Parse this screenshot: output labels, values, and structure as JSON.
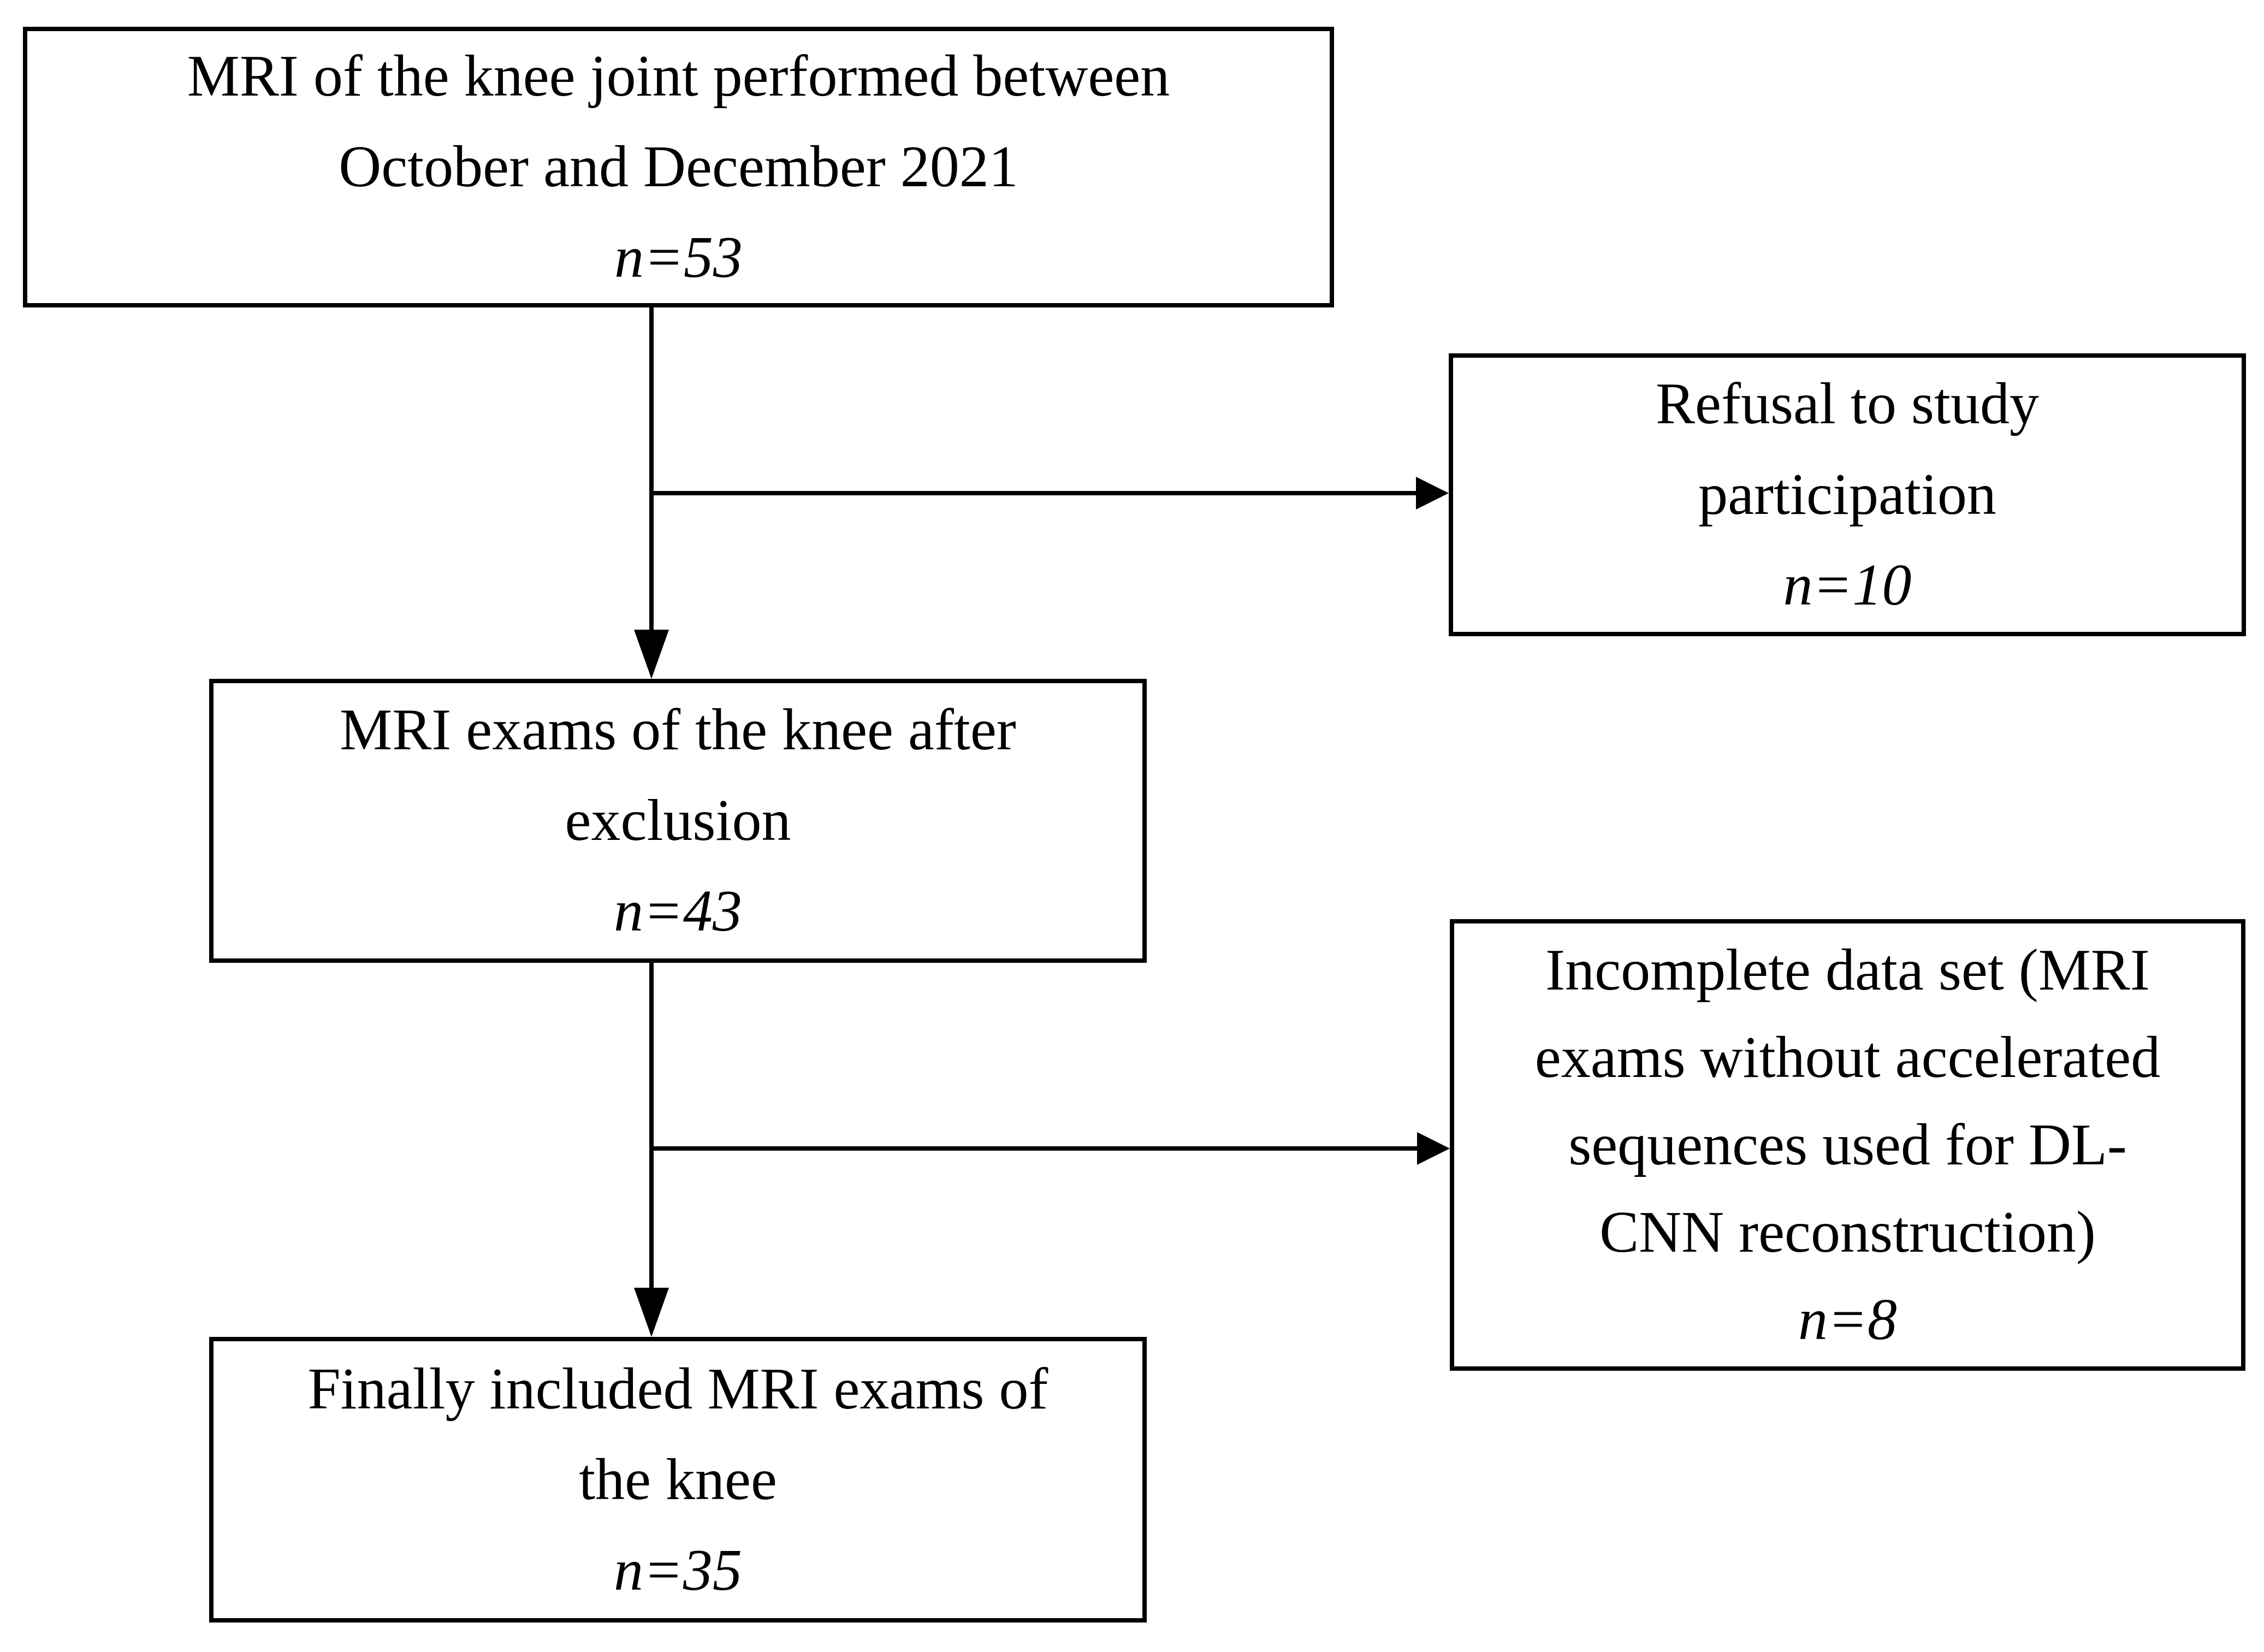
{
  "colors": {
    "background": "#ffffff",
    "line_color": "#000000",
    "text_color": "#000000"
  },
  "boxes": {
    "enrollment": {
      "lines": [
        "MRI of the knee joint performed between",
        "October and December 2021"
      ],
      "n": "n=53"
    },
    "refusal": {
      "lines": [
        "Refusal to study",
        "participation"
      ],
      "n": "n=10"
    },
    "exclusion": {
      "lines": [
        "MRI exams of the knee after",
        "exclusion"
      ],
      "n": "n=43"
    },
    "incomplete": {
      "lines": [
        "Incomplete data set (MRI",
        "exams without accelerated",
        "sequences used for DL-",
        "CNN reconstruction)"
      ],
      "n": "n=8"
    },
    "final": {
      "lines": [
        "Finally included MRI exams of",
        "the knee"
      ],
      "n": "n=35"
    }
  }
}
